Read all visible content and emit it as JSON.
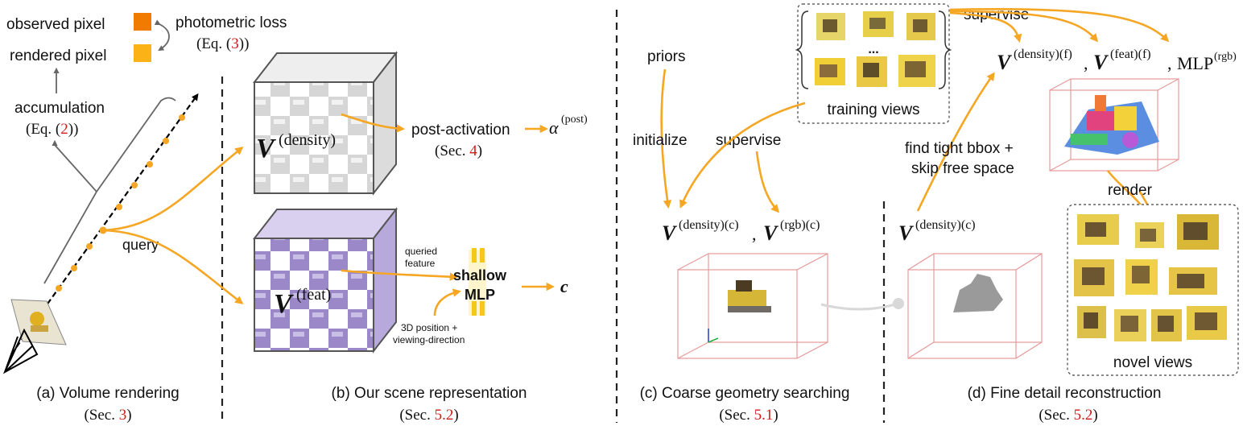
{
  "panel_a": {
    "observed_pixel": "observed pixel",
    "rendered_pixel": "rendered pixel",
    "photometric_loss": "photometric loss",
    "photometric_eq_prefix": "(Eq. (",
    "photometric_eq_num": "3",
    "photometric_eq_suffix": "))",
    "accumulation": "accumulation",
    "accumulation_eq_prefix": "(Eq. (",
    "accumulation_eq_num": "2",
    "accumulation_eq_suffix": "))",
    "query": "query",
    "caption": "(a) Volume rendering",
    "sec_prefix": "(Sec. ",
    "sec_num": "3",
    "sec_suffix": ")",
    "colors": {
      "observed": "#f07b00",
      "rendered": "#fbb216"
    }
  },
  "panel_b": {
    "density_grid_symbol": "V",
    "density_grid_sup": "(density)",
    "feat_grid_symbol": "V",
    "feat_grid_sup": "(feat)",
    "post_activation": "post-activation",
    "post_sec_prefix": "(Sec. ",
    "post_sec_num": "4",
    "post_sec_suffix": ")",
    "alpha_symbol": "α",
    "alpha_sup": "(post)",
    "queried": "queried",
    "feature": "feature",
    "shallow": "shallow",
    "mlp": "MLP",
    "c_symbol": "c",
    "pos_line1": "3D position +",
    "pos_line2": "viewing-direction",
    "caption": "(b) Our scene representation",
    "sec_prefix": "(Sec. ",
    "sec_num": "5.2",
    "sec_suffix": ")"
  },
  "panel_c": {
    "priors": "priors",
    "initialize": "initialize",
    "supervise": "supervise",
    "training_views_ellipsis": "...",
    "training_views": "training views",
    "density_c_symbol": "V",
    "density_c_sup": "(density)(c)",
    "rgb_c_symbol": "V",
    "rgb_c_sup": "(rgb)(c)",
    "comma": ",",
    "caption": "(c) Coarse geometry searching",
    "sec_prefix": "(Sec. ",
    "sec_num": "5.1",
    "sec_suffix": ")"
  },
  "panel_d": {
    "supervise": "supervise",
    "density_f_symbol": "V",
    "density_f_sup": "(density)(f)",
    "feat_f_symbol": "V",
    "feat_f_sup": "(feat)(f)",
    "mlp_rgb": "MLP",
    "mlp_rgb_sup": "(rgb)",
    "comma": ",",
    "find_bbox_line1": "find tight bbox +",
    "find_bbox_line2": "skip free space",
    "density_c_symbol": "V",
    "density_c_sup": "(density)(c)",
    "render": "render",
    "novel_views": "novel views",
    "caption": "(d) Fine detail reconstruction",
    "sec_prefix": "(Sec. ",
    "sec_num": "5.2",
    "sec_suffix": ")"
  }
}
